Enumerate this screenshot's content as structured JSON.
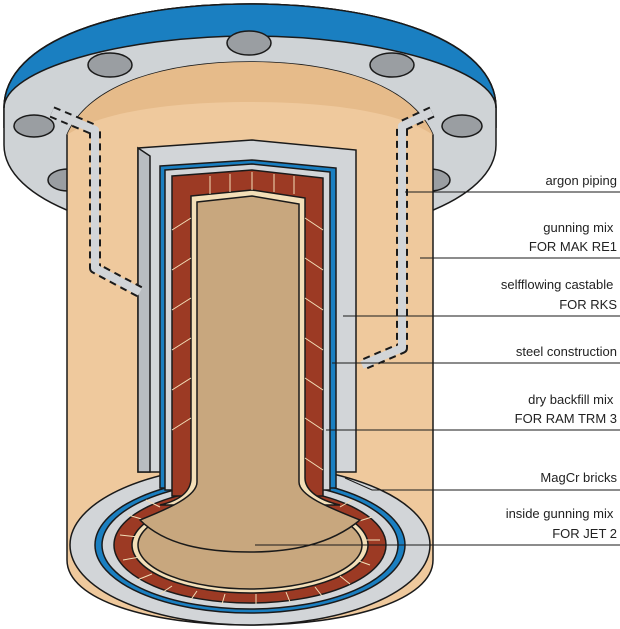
{
  "labels": [
    {
      "id": "argon-piping",
      "lines": [
        "argon piping"
      ]
    },
    {
      "id": "gunning-mix",
      "lines": [
        "gunning mix",
        "FOR MAK RE1"
      ]
    },
    {
      "id": "selfflowing-castable",
      "lines": [
        "selfflowing castable",
        "FOR RKS"
      ]
    },
    {
      "id": "steel-construction",
      "lines": [
        "steel construction"
      ]
    },
    {
      "id": "dry-backfill-mix",
      "lines": [
        "dry backfill mix",
        "FOR RAM TRM 3"
      ]
    },
    {
      "id": "magcr-bricks",
      "lines": [
        "MagCr bricks"
      ]
    },
    {
      "id": "inside-gunning-mix",
      "lines": [
        "inside gunning mix",
        "FOR JET 2"
      ]
    }
  ],
  "colors": {
    "flange_top": "#1a7fc1",
    "flange_face": "#cfd3d6",
    "outer_body": "#efc99d",
    "steel": "#d2d5d8",
    "blue_layer": "#1a7fc1",
    "bricks": "#9c3a24",
    "bore": "#c8a77e",
    "bore_rim": "#f3dfb8"
  }
}
